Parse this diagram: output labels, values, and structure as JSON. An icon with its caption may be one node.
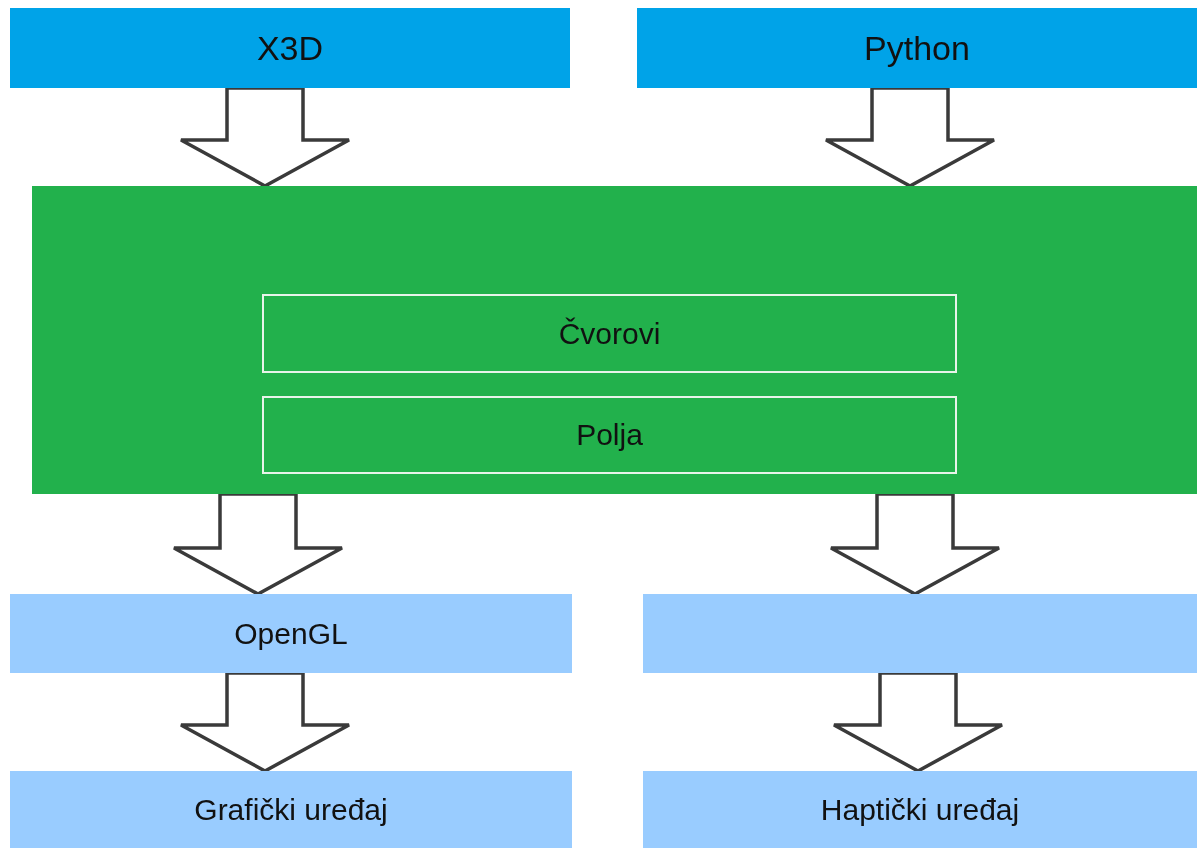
{
  "diagram": {
    "nodes": [
      {
        "text": [
          "X3D"
        ]
      },
      {
        "text": [
          "Python"
        ]
      },
      {
        "text": [],
        "shape": "box"
      },
      {
        "text": [
          "Čvorovi"
        ],
        "in": 2
      },
      {
        "text": [
          "Polja"
        ],
        "in": 2
      },
      {
        "text": [
          "OpenGL"
        ]
      },
      {
        "text": [],
        "shape": "box"
      },
      {
        "text": [
          "Grafički uređaj"
        ]
      },
      {
        "text": [
          "Haptički uređaj"
        ]
      }
    ],
    "edges": [
      {
        "from": 0,
        "to": 2,
        "arrow": "to"
      },
      {
        "from": 1,
        "to": 2,
        "arrow": "to"
      },
      {
        "from": 2,
        "to": 5,
        "arrow": "to"
      },
      {
        "from": 2,
        "to": 6,
        "arrow": "to"
      },
      {
        "from": 5,
        "to": 7,
        "arrow": "to"
      },
      {
        "from": 6,
        "to": 8,
        "arrow": "to"
      }
    ]
  }
}
